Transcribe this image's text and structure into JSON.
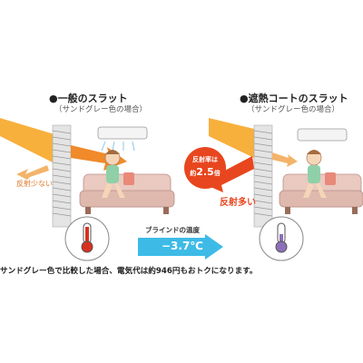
{
  "left": {
    "title": "●一般のスラット",
    "subtitle": "（サンドグレー色の場合）",
    "reflect_label": "反射少ない"
  },
  "right": {
    "title": "●遮熱コートのスラット",
    "subtitle": "（サンドグレー色の場合）",
    "callout_line1": "反射率は",
    "callout_prefix": "約",
    "callout_value": "2.5",
    "callout_suffix": "倍",
    "reflect_label": "反射多い"
  },
  "comparison": {
    "label": "ブラインドの温度",
    "value": "−3.7℃"
  },
  "footnote": "サンドグレー色で比較した場合、電気代は約946円もおトクになります。",
  "colors": {
    "sun": "#f6a21a",
    "reflect": "#e8461e",
    "arrow": "#3dbbe6",
    "thermo_hot": "#d8301f",
    "thermo_cool": "#8c6fb8"
  }
}
